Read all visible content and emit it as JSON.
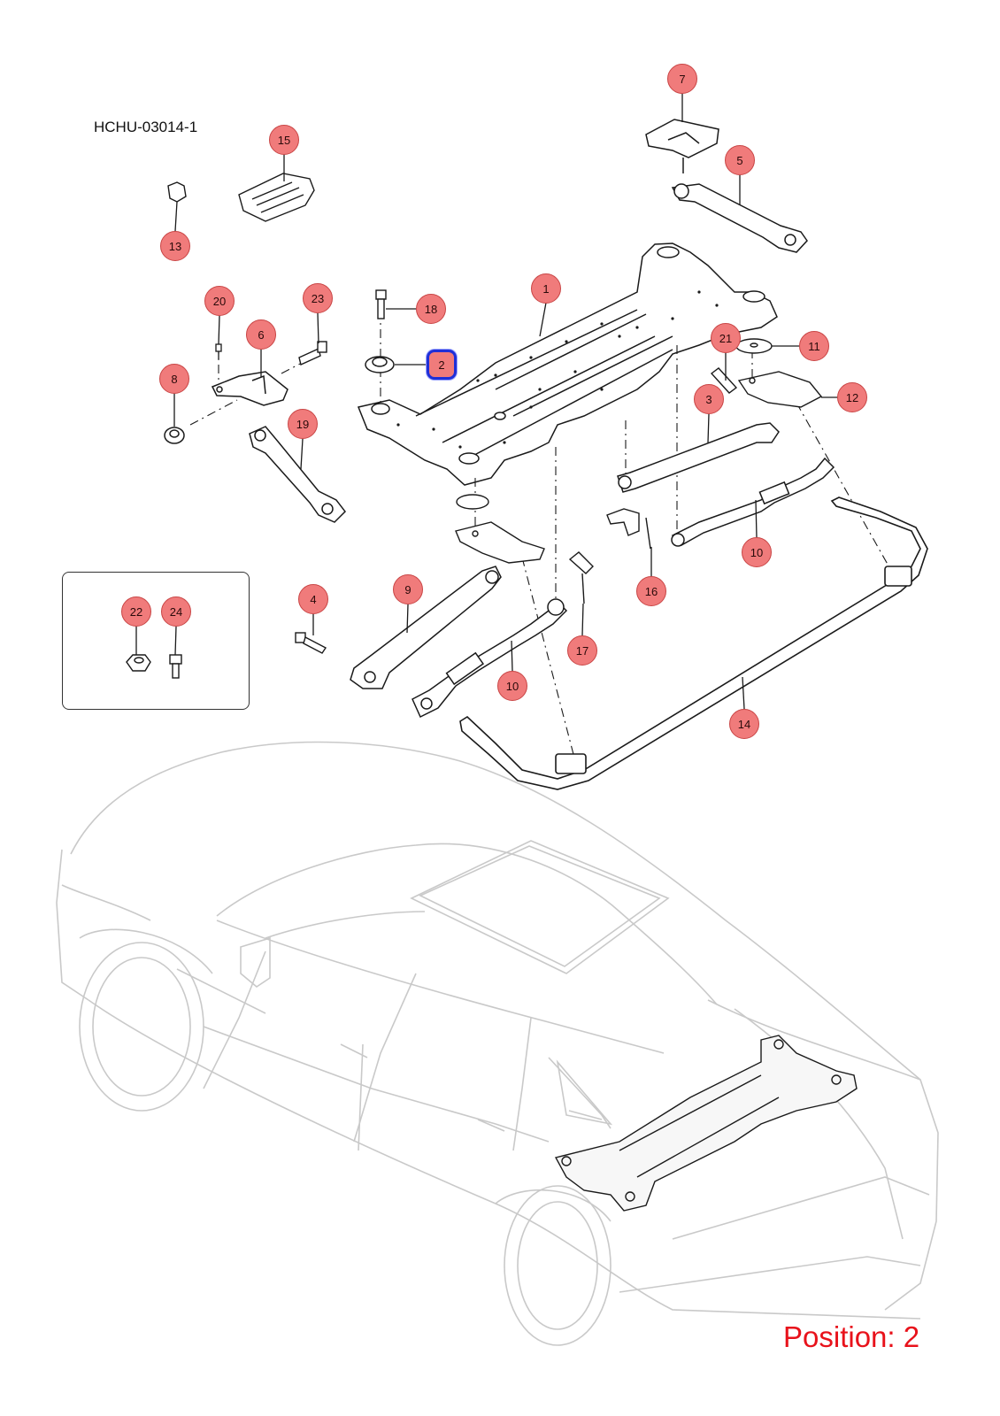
{
  "diagram": {
    "code": "HCHU-03014-1",
    "position_text": "Position: 2",
    "selected_callout": "2",
    "colors": {
      "callout_fill": "#f07b7b",
      "callout_border": "#c94545",
      "selection_outline": "#1f2fd8",
      "position_text": "#e8121b",
      "car_outline": "#c8c8c8",
      "part_line": "#1a1a1a"
    },
    "callouts": [
      {
        "label": "1"
      },
      {
        "label": "2"
      },
      {
        "label": "3"
      },
      {
        "label": "4"
      },
      {
        "label": "5"
      },
      {
        "label": "6"
      },
      {
        "label": "7"
      },
      {
        "label": "8"
      },
      {
        "label": "9"
      },
      {
        "label": "10"
      },
      {
        "label": "10"
      },
      {
        "label": "11"
      },
      {
        "label": "12"
      },
      {
        "label": "13"
      },
      {
        "label": "14"
      },
      {
        "label": "15"
      },
      {
        "label": "16"
      },
      {
        "label": "17"
      },
      {
        "label": "18"
      },
      {
        "label": "19"
      },
      {
        "label": "20"
      },
      {
        "label": "21"
      },
      {
        "label": "22"
      },
      {
        "label": "23"
      },
      {
        "label": "24"
      }
    ]
  }
}
